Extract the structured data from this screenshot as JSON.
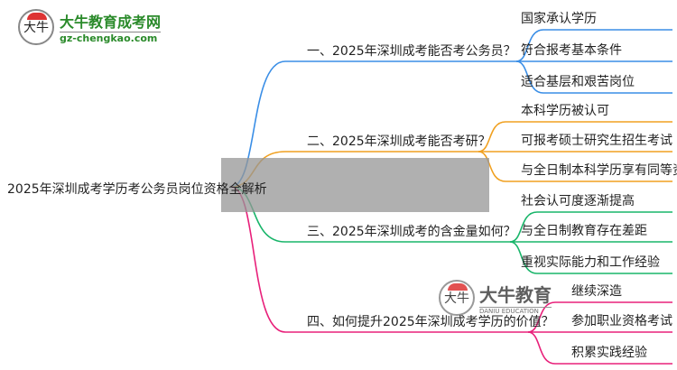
{
  "logo": {
    "brand_cn": "大牛教育成考网",
    "brand_url": "gz-chengkao.com",
    "badge": "大牛"
  },
  "watermark": {
    "cn": "大牛教育",
    "en": "DANIU EDUCATION",
    "badge": "大牛"
  },
  "root": "2025年深圳成考学历考公务员岗位资格全解析",
  "branches": [
    {
      "label": "一、2025年深圳成考能否考公务员？",
      "color": "#3a8ee6",
      "leaves": [
        "国家承认学历",
        "符合报考基本条件",
        "适合基层和艰苦岗位"
      ]
    },
    {
      "label": "二、2025年深圳成考能否考研？",
      "color": "#f0a020",
      "leaves": [
        "本科学历被认可",
        "可报考硕士研究生招生考试",
        "与全日制本科学历享有同等资格"
      ]
    },
    {
      "label": "三、2025年深圳成考的含金量如何？",
      "color": "#19b56a",
      "leaves": [
        "社会认可度逐渐提高",
        "与全日制教育存在差距",
        "重视实际能力和工作经验"
      ]
    },
    {
      "label": "四、如何提升2025年深圳成考学历的价值？",
      "color": "#e8207a",
      "leaves": [
        "继续深造",
        "参加职业资格考试",
        "积累实践经验"
      ]
    }
  ]
}
